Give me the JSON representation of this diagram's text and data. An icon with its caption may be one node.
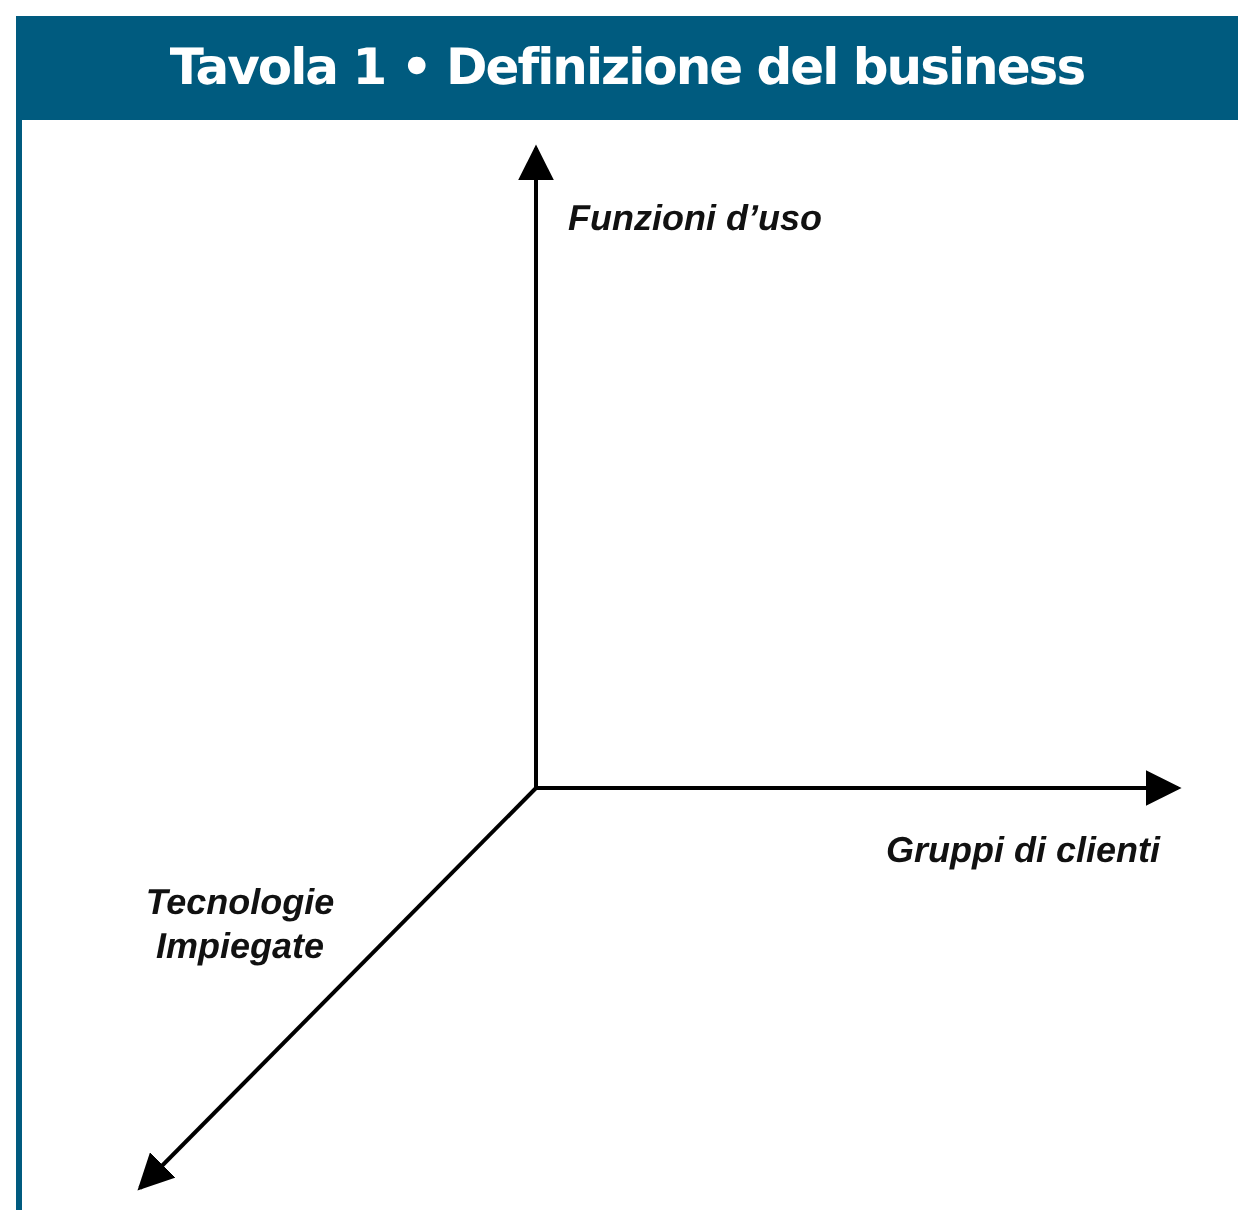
{
  "diagram": {
    "title": "Tavola 1 • Definizione del business",
    "labels": [
      "Funzioni d’uso",
      "Gruppi di clienti",
      "Tecnologie Impiegate"
    ]
  }
}
